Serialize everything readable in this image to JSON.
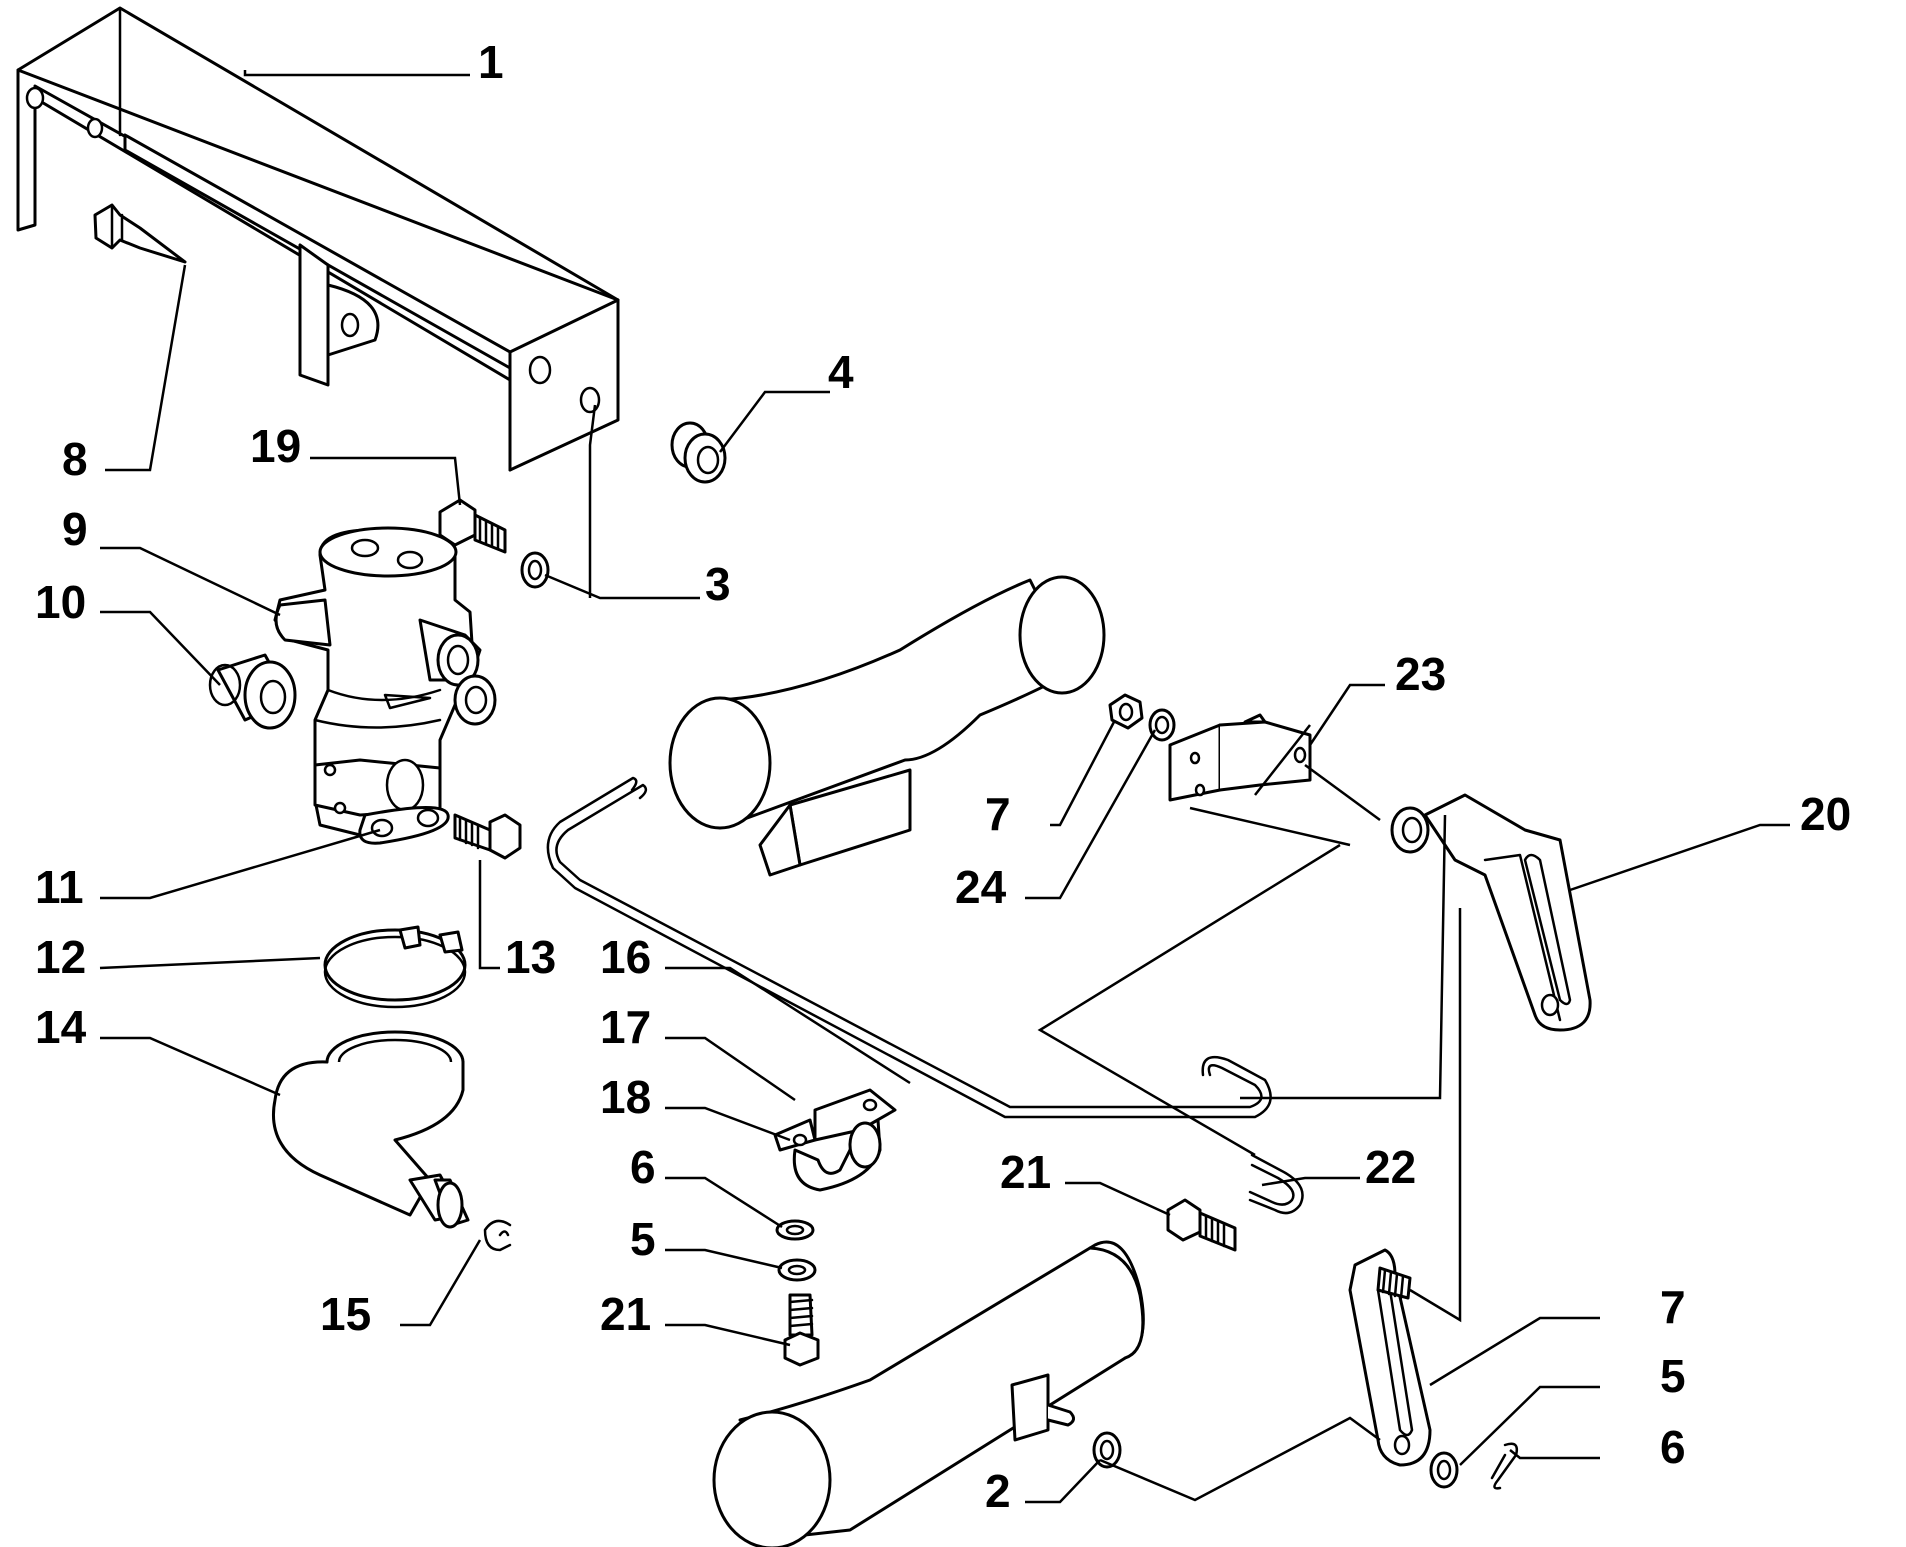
{
  "callouts": {
    "c1": "1",
    "c2": "2",
    "c3": "3",
    "c4": "4",
    "c5a": "5",
    "c5b": "5",
    "c6a": "6",
    "c6b": "6",
    "c7a": "7",
    "c7b": "7",
    "c8": "8",
    "c9": "9",
    "c10": "10",
    "c11": "11",
    "c12": "12",
    "c13": "13",
    "c14": "14",
    "c15": "15",
    "c16": "16",
    "c17": "17",
    "c18": "18",
    "c19": "19",
    "c20": "20",
    "c21a": "21",
    "c21b": "21",
    "c22": "22",
    "c23": "23",
    "c24": "24"
  }
}
